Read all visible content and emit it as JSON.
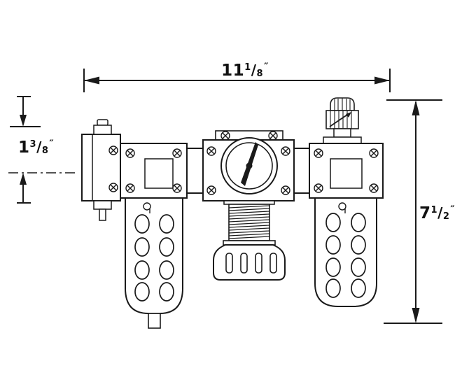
{
  "page": {
    "background": "#ffffff",
    "line_color": "#1a1a1a"
  },
  "diagram": {
    "type": "technical-dimension-drawing",
    "components": [
      "inlet-port",
      "filter-with-bowl",
      "regulator-with-gauge",
      "lubricator-with-bowl"
    ],
    "dimensions": {
      "width": {
        "whole": "11",
        "numerator": "1",
        "slash": "/",
        "denominator": "8",
        "unit": "″"
      },
      "port": {
        "whole": "1",
        "numerator": "3",
        "slash": "/",
        "denominator": "8",
        "unit": "″"
      },
      "height": {
        "whole": "7",
        "numerator": "1",
        "slash": "/",
        "denominator": "2",
        "unit": "″"
      }
    }
  }
}
